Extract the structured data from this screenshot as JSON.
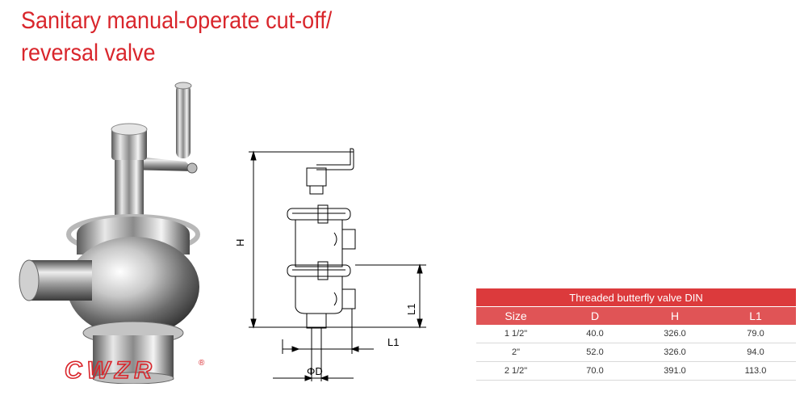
{
  "page": {
    "title_line1": "Sanitary manual-operate cut-off/",
    "title_line2": "reversal valve"
  },
  "logo": {
    "text": "CWZR",
    "registered": "®"
  },
  "drawing": {
    "label_h": "H",
    "label_l1_vertical": "L1",
    "label_l1_horizontal": "L1",
    "label_d": "ΦD"
  },
  "table": {
    "caption": "Threaded butterfly valve DIN",
    "headers": [
      "Size",
      "D",
      "H",
      "L1"
    ],
    "rows": [
      [
        "1 1/2\"",
        "40.0",
        "326.0",
        "79.0"
      ],
      [
        "2\"",
        "52.0",
        "326.0",
        "94.0"
      ],
      [
        "2 1/2\"",
        "70.0",
        "391.0",
        "113.0"
      ]
    ]
  },
  "colors": {
    "title": "#d9262c",
    "table_caption_bg": "#dc3a3c",
    "table_header_bg": "#e05456"
  }
}
